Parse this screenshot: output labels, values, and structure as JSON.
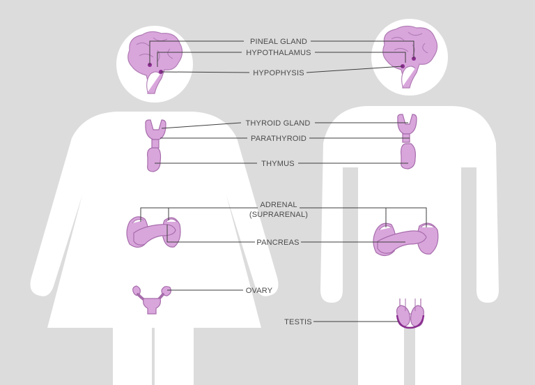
{
  "labels": {
    "pineal_gland": "PINEAL GLAND",
    "hypothalamus": "HYPOTHALAMUS",
    "hypophysis": "HYPOPHYSIS",
    "thyroid_gland": "THYROID GLAND",
    "parathyroid": "PARATHYROID",
    "thymus": "THYMUS",
    "adrenal_line1": "ADRENAL",
    "adrenal_line2": "(SUPRARENAL)",
    "pancreas": "PANCREAS",
    "ovary": "OVARY",
    "testis": "TESTIS"
  },
  "colors": {
    "background": "#dcdcdd",
    "silhouette": "#ffffff",
    "organ_fill": "#d9a6dc",
    "organ_stroke": "#a66cab",
    "accent": "#8a2d8f",
    "leader_line": "#3d3d3d",
    "label_text": "#4a4a4a"
  }
}
